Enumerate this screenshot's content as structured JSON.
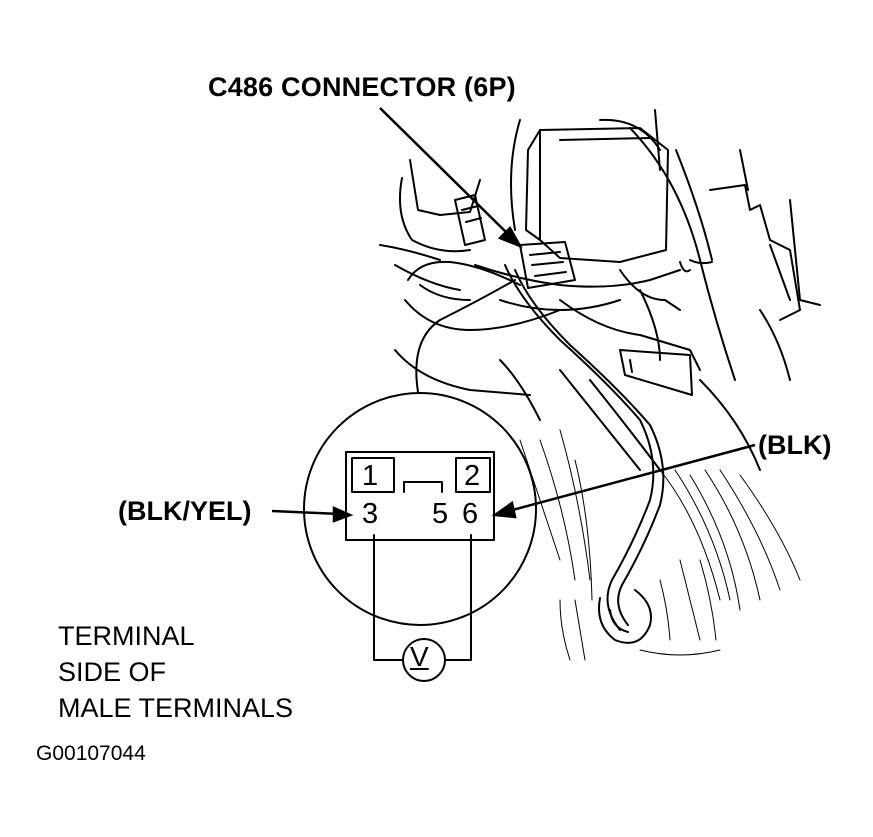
{
  "diagram": {
    "connector_label": "C486 CONNECTOR (6P)",
    "wire_right_label": "(BLK)",
    "wire_left_label": "(BLK/YEL)",
    "terminals": [
      "1",
      "2",
      "3",
      "5",
      "6"
    ],
    "meter_symbol": "V",
    "side_note": [
      "TERMINAL",
      "SIDE OF",
      "MALE TERMINALS"
    ],
    "figure_code": "G00107044"
  }
}
